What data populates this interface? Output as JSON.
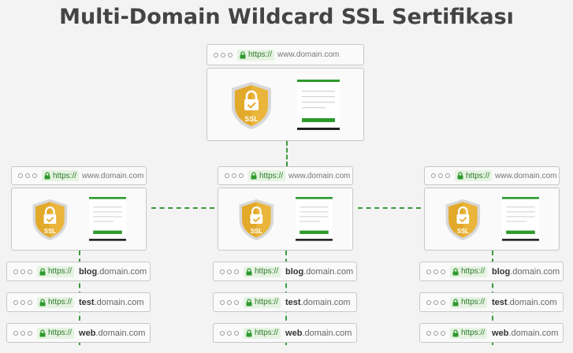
{
  "title": "Multi-Domain Wildcard SSL Sertifikası",
  "https_label": "https://",
  "domain": "www.domain.com",
  "ssl_label": "SSL",
  "subdomain_suffix": ".domain.com",
  "subdomains": [
    "blog",
    "test",
    "web"
  ],
  "colors": {
    "green": "#2e9a2e",
    "shield": "#e2a92a",
    "shield_light": "#f2c14a"
  }
}
